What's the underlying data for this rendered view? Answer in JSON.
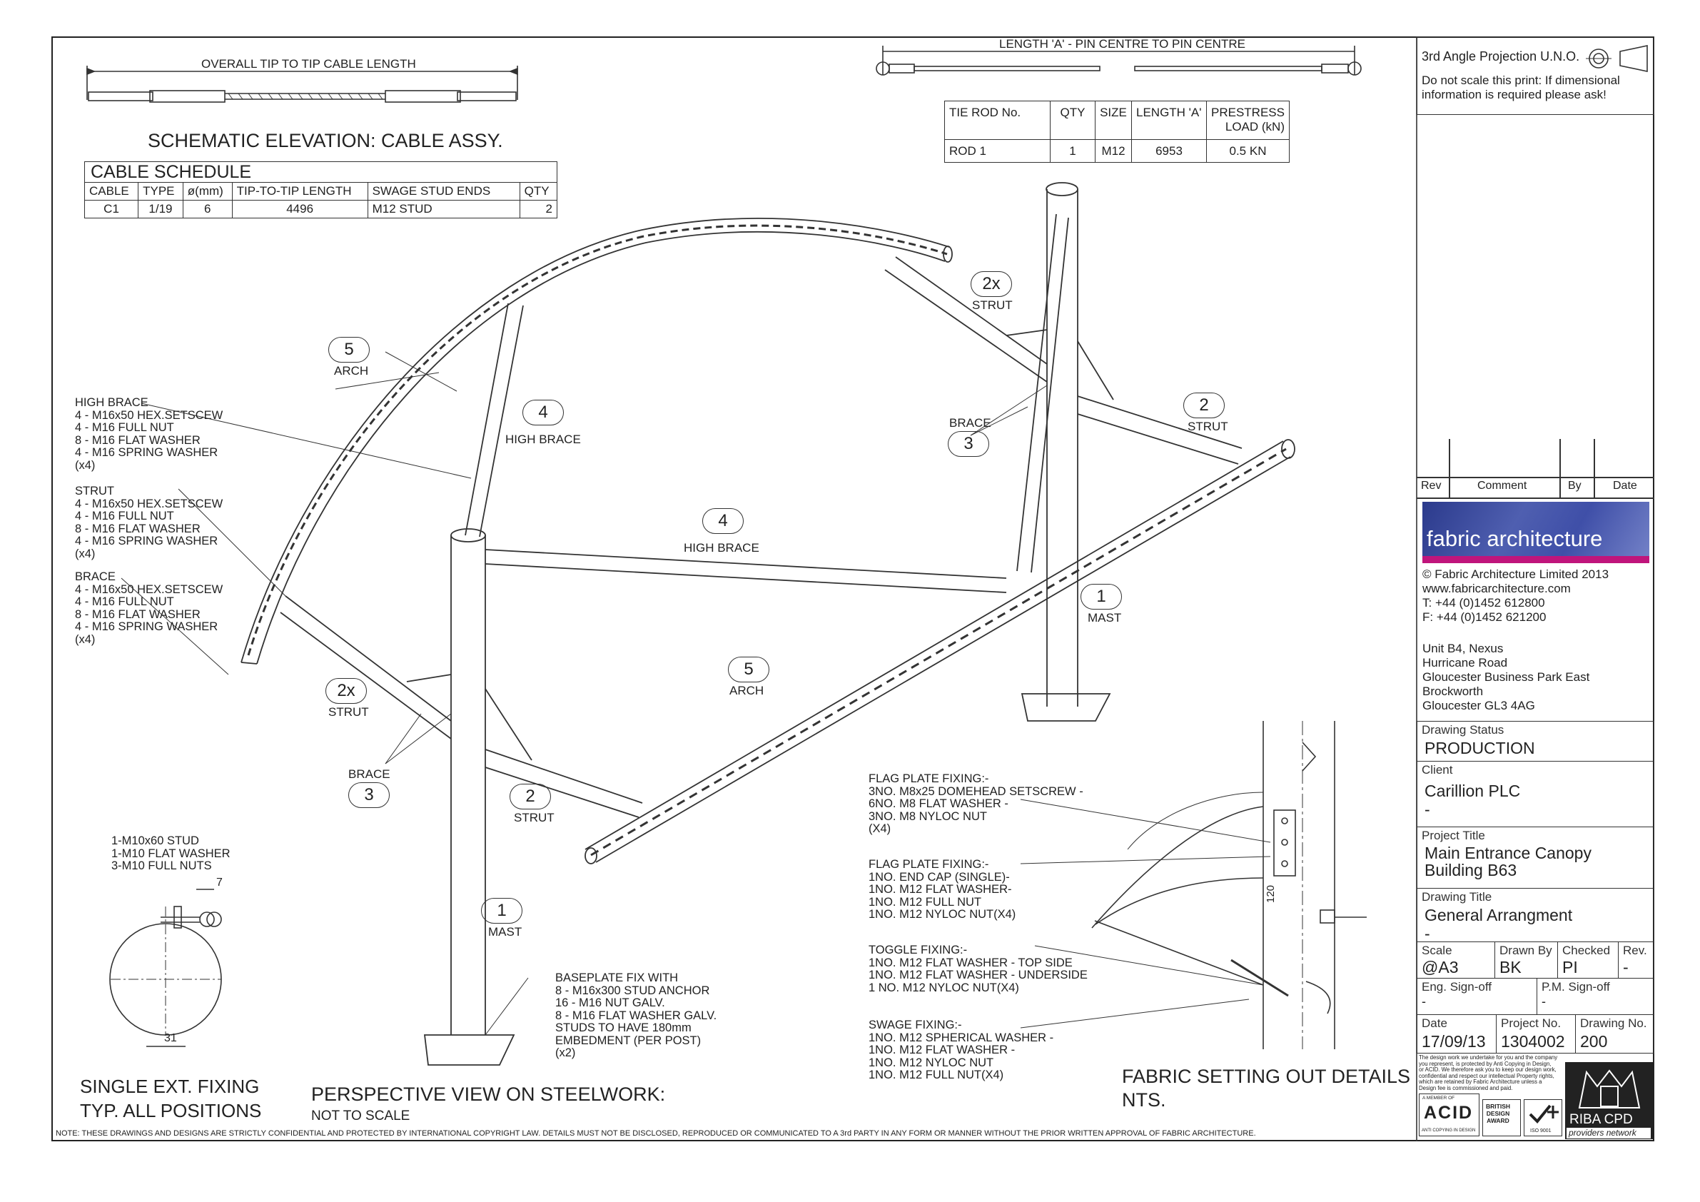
{
  "cable_elevation": {
    "dimension_label": "OVERALL TIP TO TIP CABLE LENGTH",
    "title": "SCHEMATIC ELEVATION: CABLE ASSY."
  },
  "cable_schedule": {
    "title": "CABLE SCHEDULE",
    "headers": [
      "CABLE",
      "TYPE",
      "ø(mm)",
      "TIP-TO-TIP LENGTH",
      "SWAGE STUD ENDS",
      "QTY"
    ],
    "rows": [
      [
        "C1",
        "1/19",
        "6",
        "4496",
        "M12 STUD",
        "2"
      ]
    ]
  },
  "tie_rod": {
    "dimension_label": "LENGTH 'A' - PIN CENTRE TO PIN CENTRE",
    "headers": [
      "TIE ROD No.",
      "QTY",
      "SIZE",
      "LENGTH 'A'",
      "PRESTRESS\nLOAD (kN)"
    ],
    "rows": [
      [
        "ROD 1",
        "1",
        "M12",
        "6953",
        "0.5 KN"
      ]
    ]
  },
  "callouts": [
    {
      "num": "5",
      "label": "ARCH"
    },
    {
      "num": "4",
      "label": "HIGH BRACE"
    },
    {
      "num": "2x",
      "label": "STRUT"
    },
    {
      "num": "3",
      "label": "BRACE"
    },
    {
      "num": "2",
      "label": "STRUT"
    },
    {
      "num": "4",
      "label": "HIGH BRACE"
    },
    {
      "num": "1",
      "label": "MAST"
    },
    {
      "num": "5",
      "label": "ARCH"
    },
    {
      "num": "2x",
      "label": "STRUT"
    },
    {
      "num": "3",
      "label": "BRACE"
    },
    {
      "num": "2",
      "label": "STRUT"
    },
    {
      "num": "1",
      "label": "MAST"
    }
  ],
  "notes_left": {
    "high_brace": "HIGH BRACE\n4 - M16x50 HEX.SETSCEW\n4 - M16 FULL NUT\n8 - M16 FLAT WASHER\n4 - M16 SPRING WASHER\n(x4)",
    "strut": "STRUT\n4 - M16x50 HEX.SETSCEW\n4 - M16 FULL NUT\n8 - M16 FLAT WASHER\n4 - M16 SPRING WASHER\n(x4)",
    "brace": "BRACE\n4 - M16x50 HEX.SETSCEW\n4 - M16 FULL NUT\n8 - M16 FLAT WASHER\n4 - M16 SPRING WASHER\n(x4)"
  },
  "single_fixing": {
    "note": "1-M10x60 STUD\n1-M10 FLAT WASHER\n3-M10 FULL NUTS",
    "dim_top": "7",
    "dim_bottom": "31",
    "title": "SINGLE EXT. FIXING\nTYP. ALL POSITIONS"
  },
  "perspective": {
    "title": "PERSPECTIVE VIEW ON STEELWORK:",
    "subtitle": "NOT TO SCALE",
    "baseplate_note": "BASEPLATE FIX WITH\n8 - M16x300 STUD ANCHOR\n16 - M16 NUT GALV.\n8 - M16 FLAT WASHER GALV.\nSTUDS TO HAVE 180mm\nEMBEDMENT (PER POST)\n(x2)"
  },
  "notes_right": {
    "flag1": "FLAG PLATE FIXING:-\n3NO. M8x25 DOMEHEAD SETSCREW -\n6NO. M8 FLAT WASHER -\n3NO. M8 NYLOC NUT\n(X4)",
    "flag2": "FLAG PLATE FIXING:-\n1NO. END CAP (SINGLE)-\n1NO. M12 FLAT WASHER-\n1NO. M12 FULL NUT\n1NO. M12 NYLOC NUT(X4)",
    "toggle": "TOGGLE FIXING:-\n1NO. M12 FLAT WASHER - TOP SIDE\n1NO. M12 FLAT WASHER - UNDERSIDE\n1 NO. M12 NYLOC NUT(X4)",
    "swage": "SWAGE FIXING:-\n1NO. M12 SPHERICAL WASHER -\n1NO. M12 FLAT WASHER -\n1NO. M12 NYLOC NUT\n1NO. M12 FULL NUT(X4)"
  },
  "fabric_detail": {
    "title": "FABRIC SETTING OUT DETAILS\nNTS.",
    "dim": "120"
  },
  "footer_note": "NOTE: THESE DRAWINGS AND DESIGNS ARE STRICTLY CONFIDENTIAL AND PROTECTED BY INTERNATIONAL COPYRIGHT LAW. DETAILS MUST NOT BE DISCLOSED, REPRODUCED OR COMMUNICATED TO A 3rd PARTY IN ANY FORM OR MANNER WITHOUT THE PRIOR WRITTEN APPROVAL OF FABRIC ARCHITECTURE.",
  "title_block": {
    "projection": "3rd Angle Projection U.N.O.",
    "scale_note": "Do not scale this print: If dimensional\ninformation is required please ask!",
    "rev_headers": [
      "Rev",
      "Comment",
      "By",
      "Date"
    ],
    "logo_text": "fabric architecture",
    "company": "© Fabric Architecture Limited 2013\nwww.fabricarchitecture.com\nT: +44 (0)1452 612800\nF: +44 (0)1452 621200",
    "address": "Unit B4, Nexus\nHurricane Road\nGloucester Business Park East\nBrockworth\nGloucester GL3 4AG",
    "drawing_status_label": "Drawing Status",
    "drawing_status": "PRODUCTION",
    "client_label": "Client",
    "client": "Carillion PLC\n-",
    "project_title_label": "Project Title",
    "project_title": "Main Entrance Canopy\nBuilding B63",
    "drawing_title_label": "Drawing Title",
    "drawing_title": "General Arrangment\n-",
    "scale_label": "Scale",
    "scale": "@A3",
    "drawn_by_label": "Drawn By",
    "drawn_by": "BK",
    "checked_label": "Checked",
    "checked": "PI",
    "rev_label": "Rev.",
    "rev": "-",
    "eng_signoff_label": "Eng. Sign-off",
    "eng_signoff": "-",
    "pm_signoff_label": "P.M. Sign-off",
    "pm_signoff": "-",
    "date_label": "Date",
    "date": "17/09/13",
    "project_no_label": "Project No.",
    "project_no": "1304002",
    "drawing_no_label": "Drawing No.",
    "drawing_no": "200",
    "legal": "The design work we undertake for you and the company\nyou represent, is protected by Anti Copying in Design,\nor ACID. We therefore ask you to keep our design work,\nconfidential and respect our intellectual Property rights,\nwhich are retained by Fabric Architecture unless a\nDesign fee is commissioned and paid.",
    "acid_top": "A MEMBER OF",
    "acid_logo": "ACID",
    "acid_bottom": "ANTI COPYING IN DESIGN",
    "bda": "BRITISH\nDESIGN\nAWARD",
    "iso": "ISO 9001",
    "riba": "RIBA CPD",
    "riba_sub": "providers network"
  }
}
